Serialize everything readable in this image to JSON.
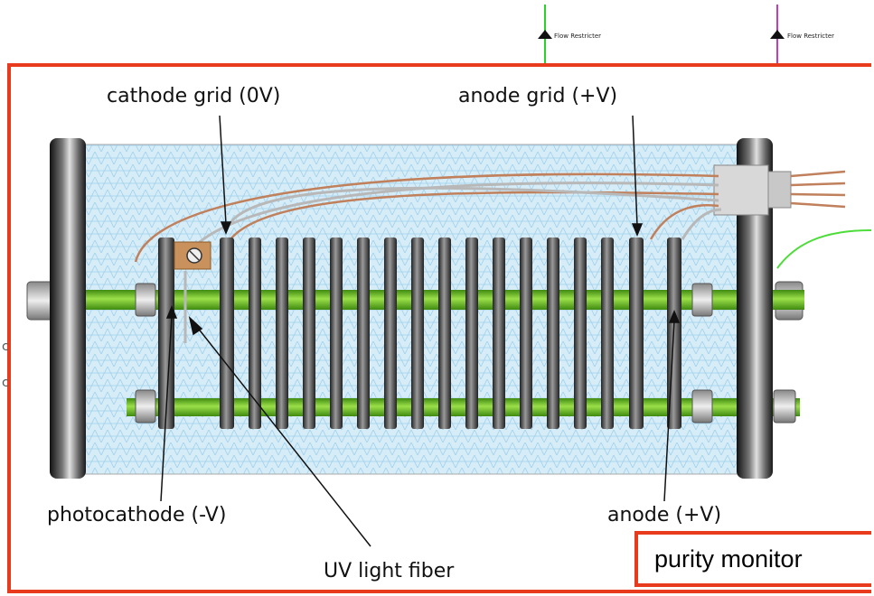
{
  "top_labels": {
    "flow_restricter_left": "Flow Restricter",
    "flow_restricter_right": "Flow Restricter"
  },
  "labels": {
    "cathode_grid": "cathode grid (0V)",
    "anode_grid": "anode grid (+V)",
    "photocathode": "photocathode (-V)",
    "anode": "anode  (+V)",
    "uv_fiber": "UV light fiber"
  },
  "title_box": "purity monitor",
  "colors": {
    "frame": "#e83a1c",
    "rod_green": "#6fc22a",
    "fill_blue": "#d6ecf7",
    "pipe_left": "#2bd12b",
    "pipe_right": "#c23bc2",
    "wire_copper": "#c0805c"
  }
}
